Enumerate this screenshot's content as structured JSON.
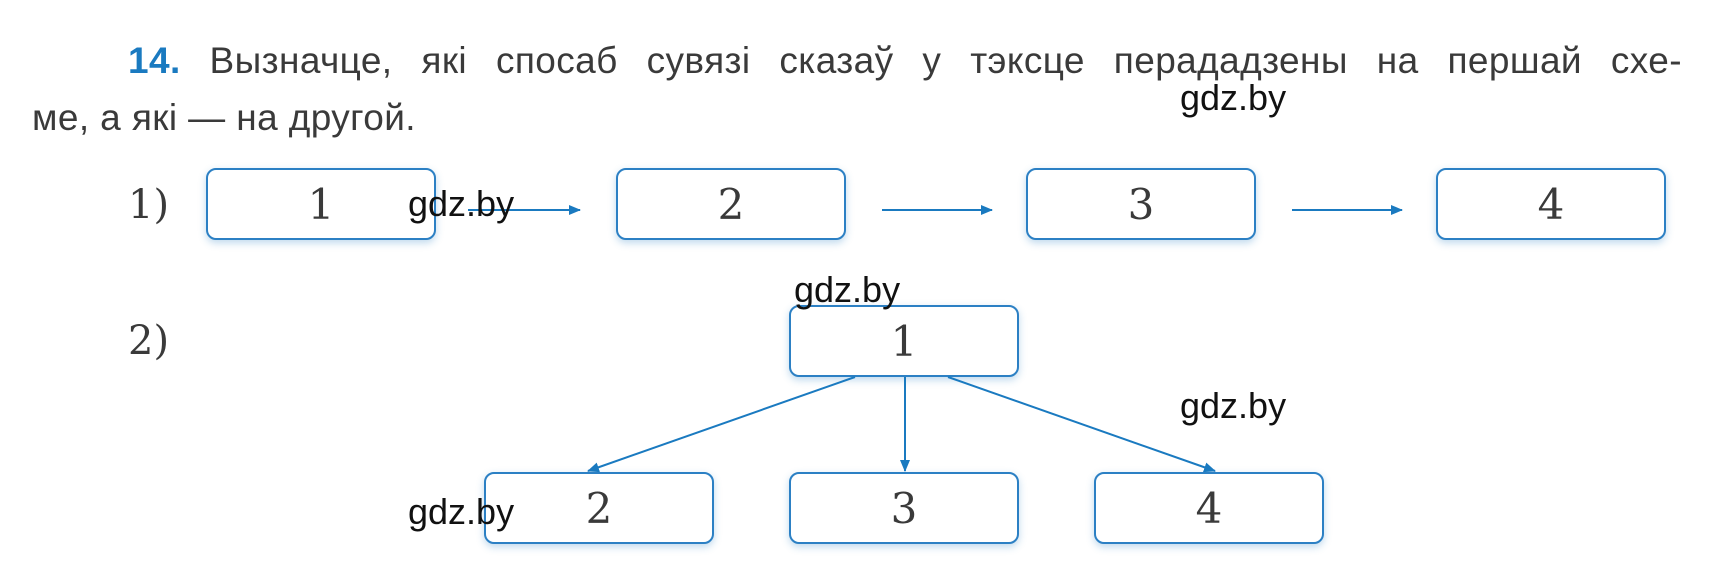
{
  "task": {
    "number": "14.",
    "line1": "Вызначце, які спосаб сувязі сказаў у тэксце перададзены на першай схе-",
    "line2": "ме, а які — на другой."
  },
  "scheme1": {
    "label": "1)",
    "boxes": [
      "1",
      "2",
      "3",
      "4"
    ]
  },
  "scheme2": {
    "label": "2)",
    "top": "1",
    "bottom": [
      "2",
      "3",
      "4"
    ]
  },
  "watermark": "gdz.by",
  "colors": {
    "accent": "#1a7ac0",
    "box_border": "#2c80c4",
    "text": "#3a3a3a"
  }
}
